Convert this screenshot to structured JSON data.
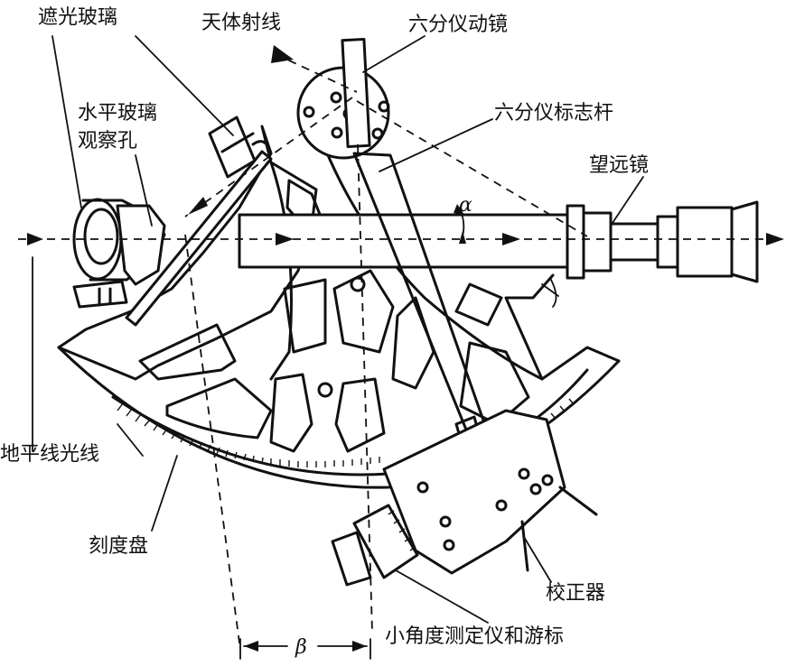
{
  "labels": {
    "shade_glass": "遮光玻璃",
    "celestial_ray": "天体射线",
    "index_mirror": "六分仪动镜",
    "horizon_glass_line1": "水平玻璃",
    "horizon_glass_line2": "观察孔",
    "index_arm": "六分仪标志杆",
    "telescope": "望远镜",
    "alpha": "α",
    "horizon_ray": "地平线光线",
    "graduated_arc": "刻度盘",
    "adjuster": "校正器",
    "micrometer_vernier": "小角度测定仪和游标",
    "beta": "β"
  }
}
